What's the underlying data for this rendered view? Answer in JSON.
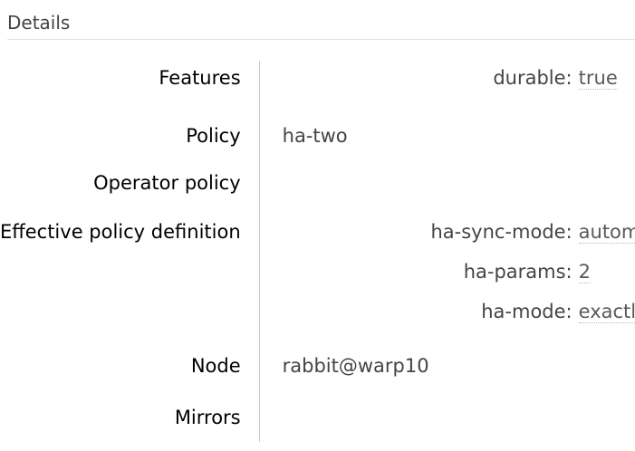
{
  "section": {
    "heading": "Details"
  },
  "details": {
    "features_label": "Features",
    "features": [
      {
        "key": "durable:",
        "value": "true"
      }
    ],
    "policy_label": "Policy",
    "policy_value": "ha-two",
    "operator_policy_label": "Operator policy",
    "operator_policy_value": "",
    "effective_label": "Effective policy definition",
    "effective": [
      {
        "key": "ha-sync-mode:",
        "value": "automatic"
      },
      {
        "key": "ha-params:",
        "value": "2"
      },
      {
        "key": "ha-mode:",
        "value": "exactly"
      }
    ],
    "node_label": "Node",
    "node_value": "rabbit@warp10",
    "mirrors_label": "Mirrors",
    "mirrors_value": ""
  },
  "colors": {
    "heading_text": "#444444",
    "label_text": "#000000",
    "value_text": "#444444",
    "muted_value_text": "#5a5a5a",
    "divider": "#cccccc",
    "rule": "#e2e2e2",
    "underline_dots": "#b8b8b8",
    "background": "#ffffff"
  }
}
